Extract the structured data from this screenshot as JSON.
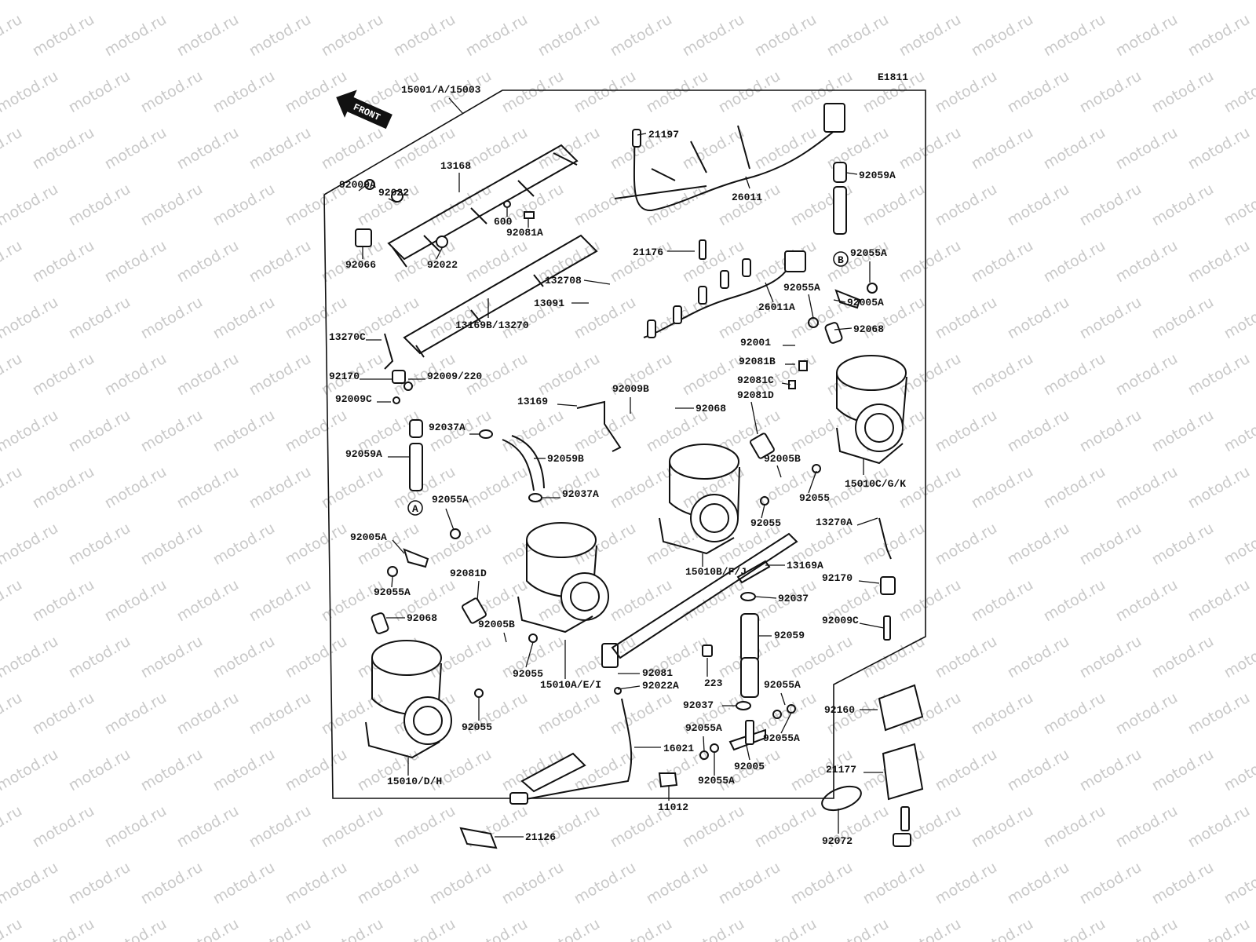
{
  "diagram": {
    "code": "E1811",
    "front_label": "FRONT",
    "watermark": "motod.ru",
    "markers": [
      "A",
      "B"
    ],
    "labels": {
      "assembly": "15001/A/15003",
      "p13168": "13168",
      "p92009A": "92009A",
      "p92022_a": "92022",
      "p92022_b": "92022",
      "p92066": "92066",
      "p600": "600",
      "p92081A": "92081A",
      "p21197": "21197",
      "p26011": "26011",
      "p92059A_r": "92059A",
      "p21176": "21176",
      "p132708": "132708",
      "p13091": "13091",
      "p13169B": "13169B/13270",
      "p26011A": "26011A",
      "p92055A_r1": "92055A",
      "p92055A_r2": "92055A",
      "p92005A_r": "92005A",
      "p13270C": "13270C",
      "p92068_r": "92068",
      "p92001": "92001",
      "p92081B": "92081B",
      "p92170_l": "92170",
      "p92009_220": "92009/220",
      "p92081C": "92081C",
      "p92009C_l": "92009C",
      "p92081D_r": "92081D",
      "p13169": "13169",
      "p92009B": "92009B",
      "p92068_m": "92068",
      "p92037A_l": "92037A",
      "p92059A_l": "92059A",
      "p92059B": "92059B",
      "p92005B_r": "92005B",
      "p15010CGK": "15010C/G/K",
      "p92055_r": "92055",
      "p92055A_l": "92055A",
      "p92037A_m": "92037A",
      "p92055_m": "92055",
      "p13270A": "13270A",
      "p92005A_l": "92005A",
      "p15010BFJ": "15010B/F/J",
      "p13169A": "13169A",
      "p92170_r": "92170",
      "p92055A_l2": "92055A",
      "p92081D_l": "92081D",
      "p92037": "92037",
      "p92068_l": "92068",
      "p92005B_l": "92005B",
      "p92009C_r": "92009C",
      "p92059": "92059",
      "p92055_l": "92055",
      "p92081": "92081",
      "p15010AEI": "15010A/E/I",
      "p223": "223",
      "p92022A": "92022A",
      "p92055A_b1": "92055A",
      "p92037_b": "92037",
      "p92160": "92160",
      "p92055_b": "92055",
      "p92055A_b2": "92055A",
      "p92055A_b3": "92055A",
      "p16021": "16021",
      "p92005": "92005",
      "p15010DH": "15010/D/H",
      "p92055A_b4": "92055A",
      "p21177": "21177",
      "p11012": "11012",
      "p92072": "92072",
      "p21126": "21126"
    }
  }
}
